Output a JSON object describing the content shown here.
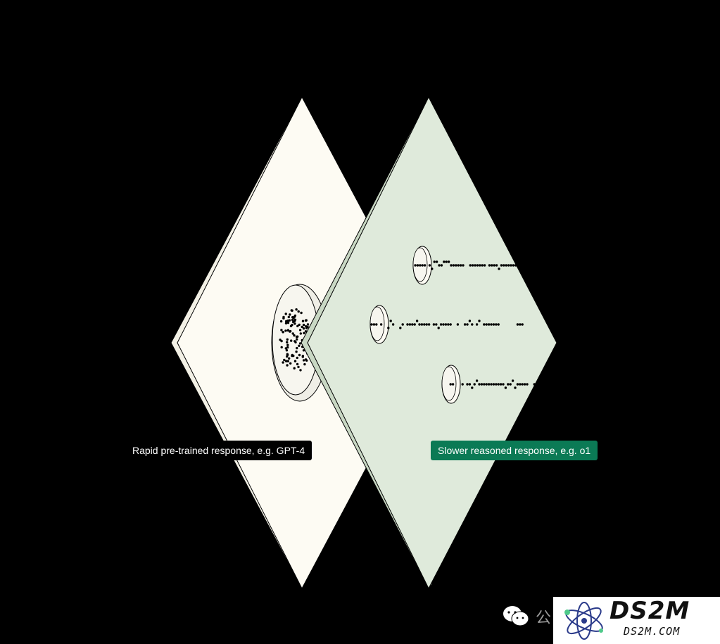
{
  "labels": {
    "left": "Rapid pre-trained response, e.g. GPT-4",
    "right": "Slower reasoned response, e.g. o1"
  },
  "watermark": {
    "glyph": "公",
    "logo_text": "DS2M",
    "logo_sub": "DS2M.COM"
  },
  "colors": {
    "background": "#000000",
    "left_plane": "#fdfbf3",
    "right_plane": "#dfeadb",
    "right_label_bg": "#0b7a55",
    "dot": "#000000"
  }
}
